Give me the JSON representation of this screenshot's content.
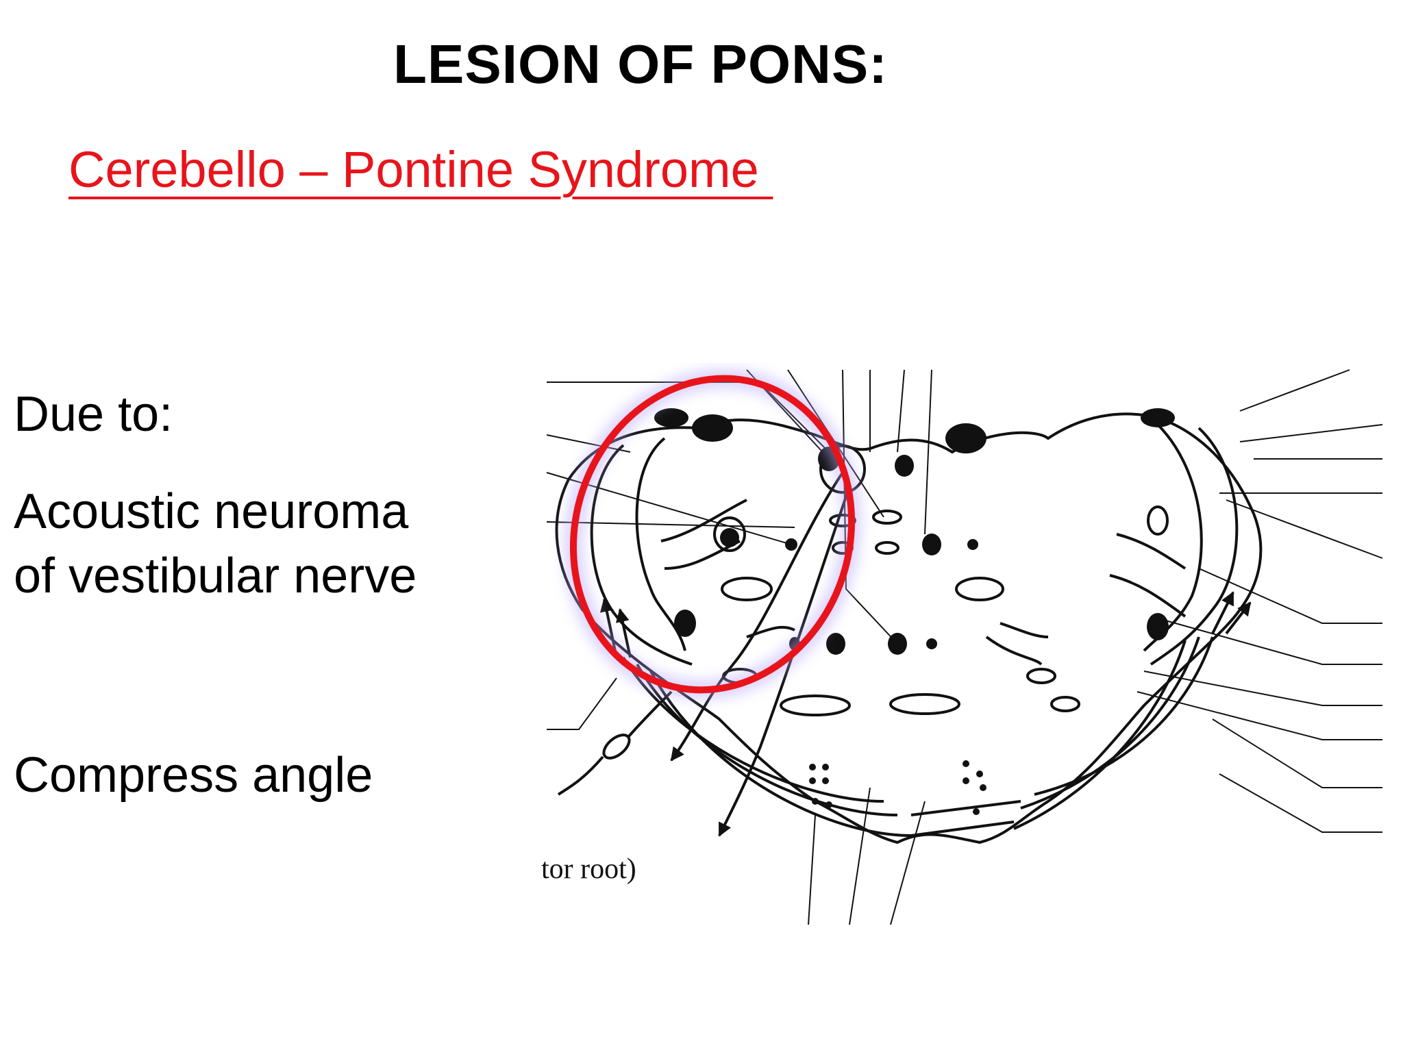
{
  "slide": {
    "title": "LESION OF PONS:",
    "subtitle": "Cerebello – Pontine Syndrome ",
    "due_to": "Due to:",
    "cause_line1": "Acoustic neuroma",
    "cause_line2": "of vestibular nerve",
    "compress": "Compress angle"
  },
  "diagram": {
    "fragment_label": "tor  root)",
    "highlight_color": "#e8141b",
    "ink_color": "#111111"
  }
}
